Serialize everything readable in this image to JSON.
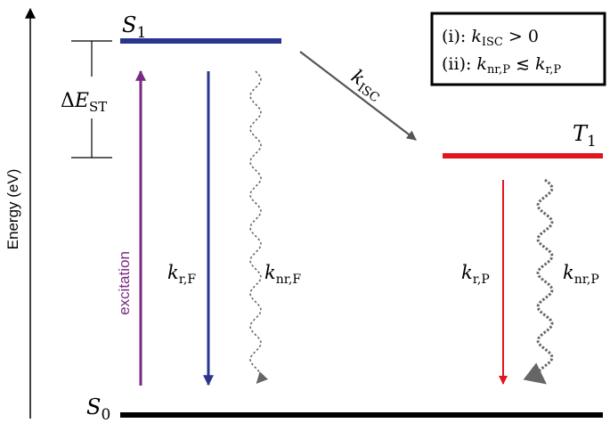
{
  "axis": {
    "label": "Energy (eV)"
  },
  "levels": {
    "s1": {
      "symbol": "S",
      "sub": "1",
      "color": "#2a3590"
    },
    "t1": {
      "symbol": "T",
      "sub": "1",
      "color": "#e0161f"
    },
    "s0": {
      "symbol": "S",
      "sub": "0",
      "color": "#000000"
    }
  },
  "gap": {
    "delta": "Δ",
    "symbol": "E",
    "sub": "ST"
  },
  "transitions": {
    "excitation": {
      "label": "excitation",
      "color": "#7a2a82"
    },
    "kisc": {
      "symbol": "k",
      "sub": "ISC",
      "color": "#555555"
    },
    "krf": {
      "symbol": "k",
      "sub": "r,F",
      "color": "#2a3590"
    },
    "knrf": {
      "symbol": "k",
      "sub": "nr,F",
      "color": "#666666"
    },
    "krp": {
      "symbol": "k",
      "sub": "r,P",
      "color": "#e0161f"
    },
    "knrp": {
      "symbol": "k",
      "sub": "nr,P",
      "color": "#666666"
    }
  },
  "conditions": {
    "line1": {
      "prefix": "(i): ",
      "symbol": "k",
      "sub": "ISC",
      "rest": " > 0"
    },
    "line2": {
      "prefix": "(ii): ",
      "symbol": "k",
      "sub": "nr,P",
      "rel": " ≲ ",
      "symbol2": "k",
      "sub2": "r,P"
    }
  }
}
